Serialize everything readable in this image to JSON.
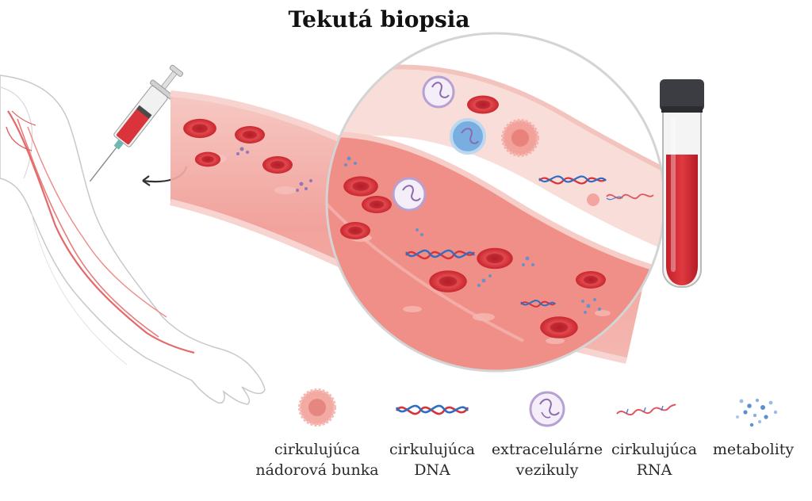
{
  "title": "Tekutá biopsia",
  "colors": {
    "blood": "#d9343c",
    "blood_light": "#f4b8b3",
    "vessel": "#f3a9a2",
    "dna_red": "#d8323a",
    "dna_blue": "#2d6fc2",
    "vesicle": "#9b7ab8",
    "metabolite": "#5a8fd0",
    "cap": "#3b3d42"
  },
  "legend": [
    {
      "icon": "tumor-cell-icon",
      "line1": "cirkulujúca",
      "line2": "nádorová bunka"
    },
    {
      "icon": "dna-icon",
      "line1": "cirkulujúca",
      "line2": "DNA"
    },
    {
      "icon": "vesicle-icon",
      "line1": "extracelulárne",
      "line2": "vezikuly"
    },
    {
      "icon": "rna-icon",
      "line1": "cirkulujúca",
      "line2": "RNA"
    },
    {
      "icon": "metabolites-icon",
      "line1": "metabolity",
      "line2": ""
    }
  ]
}
